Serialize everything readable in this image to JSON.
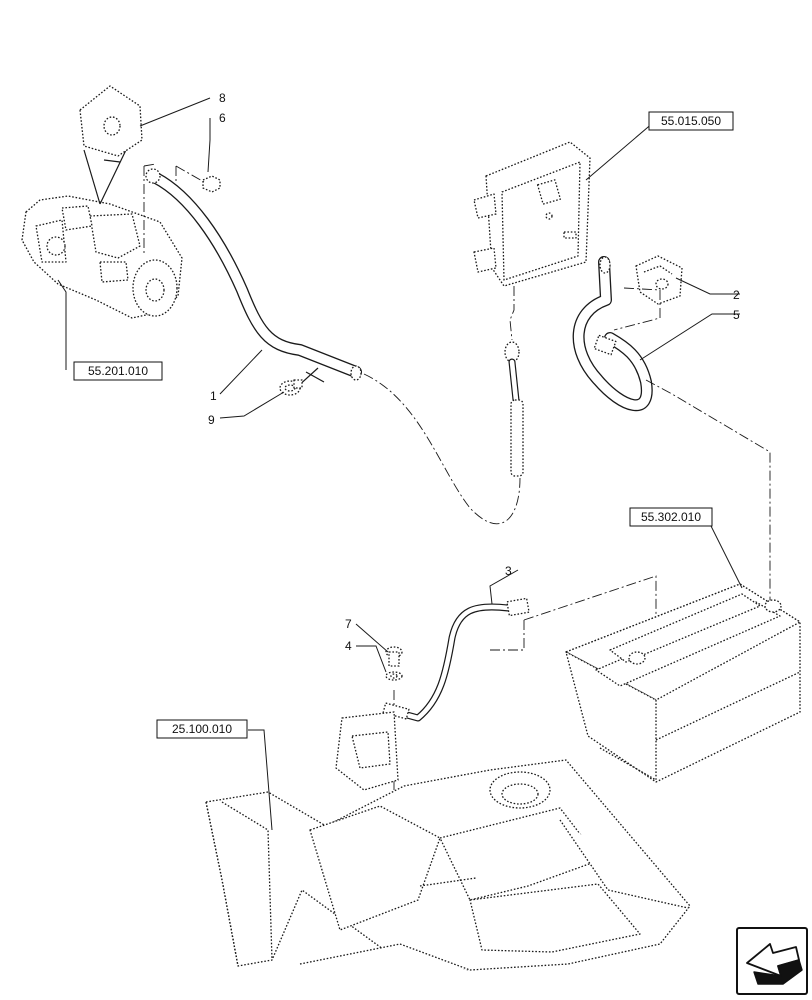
{
  "callouts": {
    "c1": "1",
    "c2": "2",
    "c3": "3",
    "c4": "4",
    "c5": "5",
    "c6": "6",
    "c7": "7",
    "c8": "8",
    "c9": "9"
  },
  "references": {
    "starter": "55.201.010",
    "module": "55.015.050",
    "battery": "55.302.010",
    "frame": "25.100.010"
  },
  "icons": {
    "nav": "arrow-navigation-icon"
  },
  "colors": {
    "ink": "#1a1a1a",
    "background": "#ffffff"
  }
}
